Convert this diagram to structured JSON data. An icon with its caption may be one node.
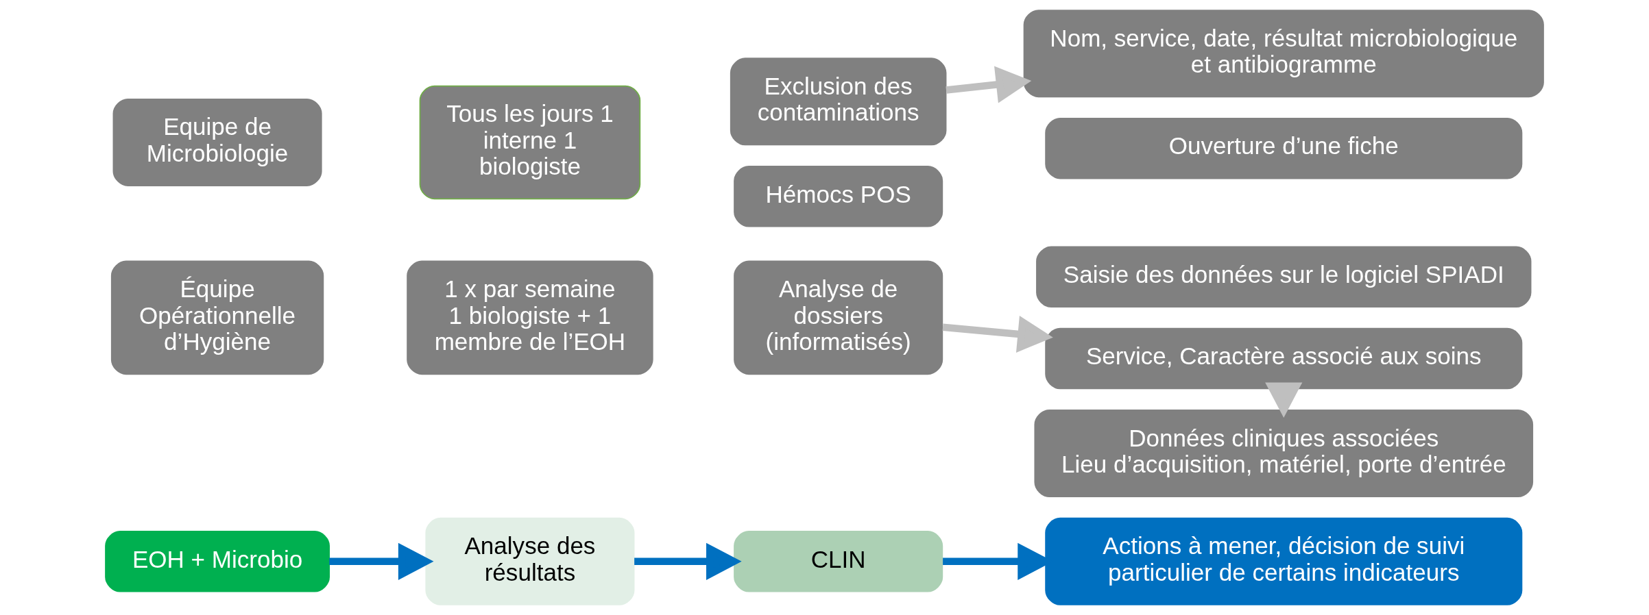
{
  "diagram": {
    "nodes": [
      {
        "text": [
          "Equipe de Microbiologie"
        ]
      },
      {
        "text": [
          "Tous les jours 1 interne 1 biologiste"
        ]
      },
      {
        "text": [
          "Hémocs POS"
        ]
      },
      {
        "text": [
          "Exclusion des contaminations"
        ]
      },
      {
        "text": [
          "Ouverture d’une fiche"
        ]
      },
      {
        "text": [
          "Nom, service, date, résultat microbiologique et antibiogramme"
        ]
      },
      {
        "text": [
          "Équipe Opérationnelle d’Hygiène"
        ]
      },
      {
        "text": [
          "1 x par semaine 1 biologiste + 1 membre de l’EOH"
        ]
      },
      {
        "text": [
          "Analyse de dossiers (informatisés)"
        ]
      },
      {
        "text": [
          "Service, Caractère associé aux soins"
        ]
      },
      {
        "text": [
          "Données cliniques associées",
          "Lieu d’acquisition, matériel, porte d’entrée"
        ]
      },
      {
        "text": [
          "Saisie des données sur le logiciel SPIADI"
        ]
      },
      {
        "text": [
          "EOH + Microbio"
        ]
      },
      {
        "text": [
          "Analyse des résultats"
        ]
      },
      {
        "text": [
          "CLIN"
        ]
      },
      {
        "text": [
          "Actions à mener, décision de suivi particulier de certains indicateurs"
        ]
      }
    ],
    "edges": [
      {
        "from": 3,
        "to": 5,
        "arrow": "to",
        "color": "#bfbfbf"
      },
      {
        "from": 8,
        "to": 9,
        "arrow": "to",
        "color": "#bfbfbf"
      },
      {
        "from": 9,
        "to": 10,
        "arrow": "to",
        "color": "#bfbfbf"
      },
      {
        "from": 12,
        "to": 13,
        "arrow": "to"
      },
      {
        "from": 13,
        "to": 14,
        "arrow": "to"
      },
      {
        "from": 14,
        "to": 15,
        "arrow": "to"
      }
    ]
  }
}
